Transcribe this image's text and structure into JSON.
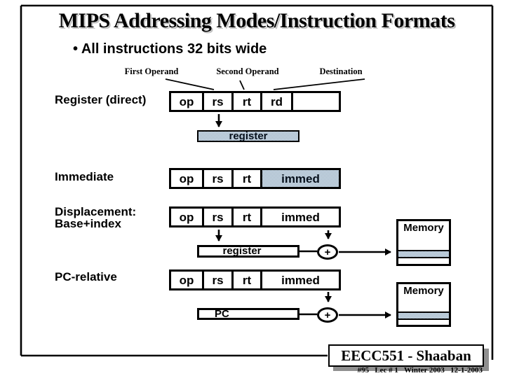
{
  "slide": {
    "title": "MIPS Addressing Modes/Instruction Formats",
    "bullet": "• All instructions 32 bits wide"
  },
  "operand_labels": {
    "first": "First Operand",
    "second": "Second Operand",
    "destination": "Destination"
  },
  "modes": {
    "register_direct": {
      "label": "Register (direct)",
      "fields": {
        "op": "op",
        "rs": "rs",
        "rt": "rt",
        "rd": "rd",
        "extra": ""
      }
    },
    "immediate": {
      "label": "Immediate",
      "fields": {
        "op": "op",
        "rs": "rs",
        "rt": "rt",
        "immed": "immed"
      }
    },
    "displacement": {
      "label_line1": "Displacement:",
      "label_line2": "Base+index",
      "fields": {
        "op": "op",
        "rs": "rs",
        "rt": "rt",
        "immed": "immed"
      }
    },
    "pc_relative": {
      "label": "PC-relative",
      "fields": {
        "op": "op",
        "rs": "rs",
        "rt": "rt",
        "immed": "immed"
      }
    }
  },
  "boxes": {
    "register_shaded": "register",
    "register_plain": "register",
    "pc": "PC",
    "memory1": "Memory",
    "memory2": "Memory",
    "plus": "+"
  },
  "footer": {
    "course": "EECC551 - Shaaban",
    "note": "#95   Lec # 1   Winter 2003   12-1-2003"
  },
  "colors": {
    "checker_blue": "#84a0b8",
    "checker_light": "#eef3f7",
    "border": "#000000",
    "footer_shadow": "#8f8f8f",
    "title_shadow": "#c2c2c2"
  }
}
